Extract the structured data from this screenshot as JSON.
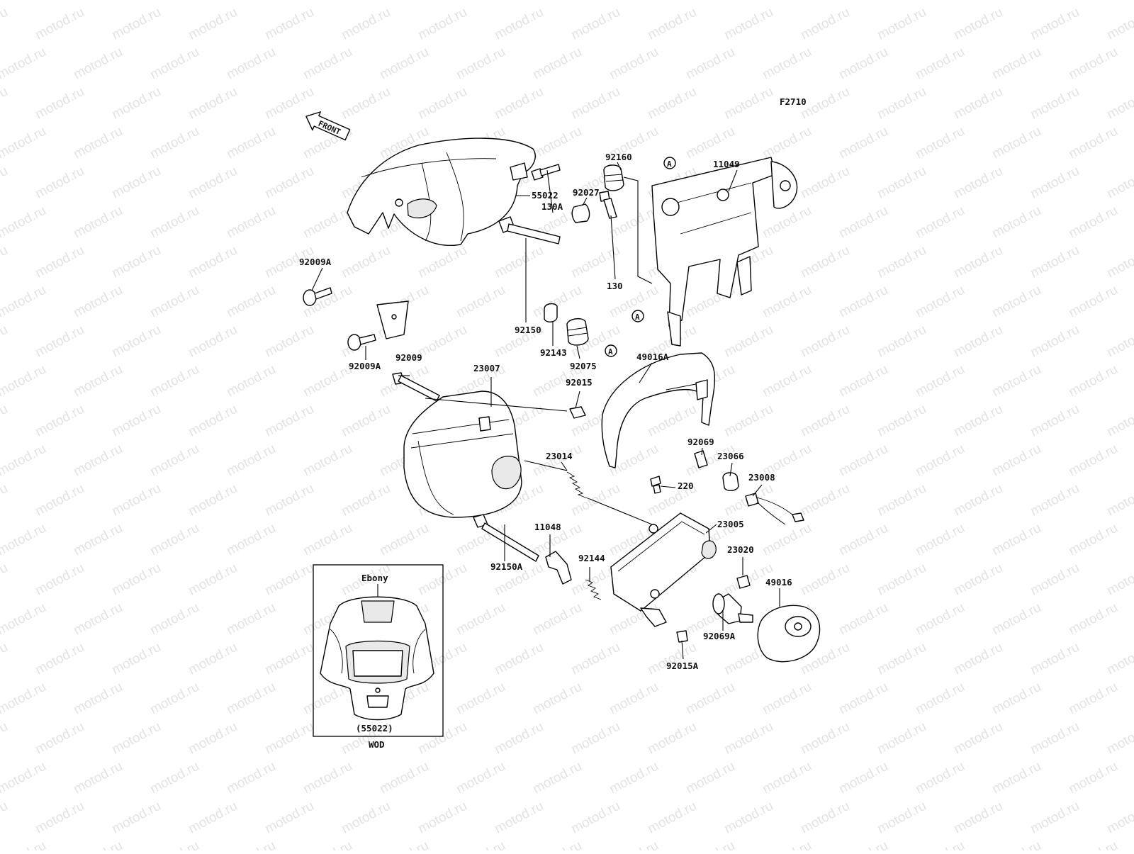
{
  "figure_code": "F2710",
  "front_label": "FRONT",
  "watermark_text": "motod.ru",
  "ref_marker": "A",
  "parts": {
    "p92160": "92160",
    "p92027": "92027",
    "p11049": "11049",
    "p130A": "130A",
    "p55022": "55022",
    "p92009A_top": "92009A",
    "p130": "130",
    "p92150": "92150",
    "p92143": "92143",
    "p92075": "92075",
    "p92009A_bottom": "92009A",
    "p92009": "92009",
    "p23007": "23007",
    "p92015": "92015",
    "p49016A": "49016A",
    "p92069": "92069",
    "p23066": "23066",
    "p23014": "23014",
    "p220": "220",
    "p23008": "23008",
    "p23005": "23005",
    "p11048": "11048",
    "p92150A": "92150A",
    "p92144": "92144",
    "p23020": "23020",
    "p49016": "49016",
    "p92069A": "92069A",
    "p92015A": "92015A"
  },
  "inset": {
    "color_label": "Ebony",
    "part_ref": "(55022)",
    "model_label": "WOD"
  }
}
